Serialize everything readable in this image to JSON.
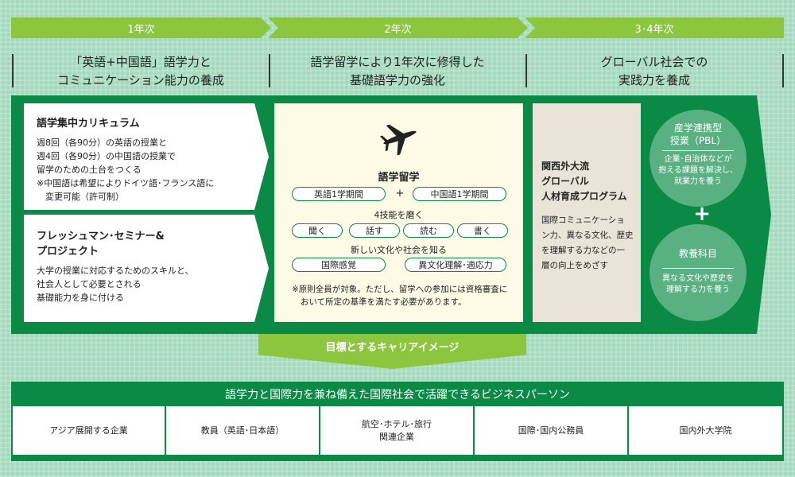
{
  "years": [
    "1年次",
    "2年次",
    "3･4年次"
  ],
  "goals": [
    [
      "「英語+中国語」語学力と",
      "コミュニケーション能力の養成"
    ],
    [
      "語学留学により1年次に修得した",
      "基礎語学力の強化"
    ],
    [
      "グローバル社会での",
      "実践力を養成"
    ]
  ],
  "year1": {
    "box1": {
      "title": "語学集中カリキュラム",
      "lines": [
        "週8回（各90分）の英語の授業と",
        "週4回（各90分）の中国語の授業で",
        "留学のための土台をつくる",
        "※中国語は希望によりドイツ語･フランス語に",
        "変更可能（許可制）"
      ]
    },
    "box2": {
      "title_lines": [
        "フレッシュマン･セミナー&",
        "プロジェクト"
      ],
      "lines": [
        "大学の授業に対応するためのスキルと、",
        "社会人として必要とされる",
        "基礎能力を身に付ける"
      ]
    }
  },
  "year2": {
    "title": "語学留学",
    "semester_pills": [
      "英語1学期間",
      "中国語1学期間"
    ],
    "plus": "+",
    "four_skills_label": "4技能を磨く",
    "skills": [
      "聞く",
      "話す",
      "読む",
      "書く"
    ],
    "culture_label": "新しい文化や社会を知る",
    "culture_pills": [
      "国際感覚",
      "異文化理解･適応力"
    ],
    "note_lines": [
      "※原則全員が対象。ただし、留学への参加には資格審査に",
      "おいて所定の基準を満たす必要があります。"
    ]
  },
  "year3": {
    "program_title_lines": [
      "関西外大流",
      "グローバル",
      "人材育成プログラム"
    ],
    "program_desc_lines": [
      "国際コミュニケーショ",
      "ン力、異なる文化、歴史",
      "を理解する力などの一",
      "層の向上をめざす"
    ],
    "pbl_title_lines": [
      "産学連携型",
      "授業（PBL）"
    ],
    "pbl_desc_lines": [
      "企業･自治体などが",
      "抱える課題を解決し、",
      "就業力を養う"
    ],
    "plus": "+",
    "liberal_title": "教養科目",
    "liberal_desc_lines": [
      "異なる文化や歴史を",
      "理解する力を養う"
    ]
  },
  "career_label": "目標とするキャリアイメージ",
  "career_title": "語学力と国際力を兼ね備えた国際社会で活躍できるビジネスパーソン",
  "careers": [
    [
      "アジア展開する企業"
    ],
    [
      "教員（英語･日本語）"
    ],
    [
      "航空･ホテル･旅行",
      "関連企業"
    ],
    [
      "国際･国内公務員"
    ],
    [
      "国内外大学院"
    ]
  ],
  "colors": {
    "dark_green": "#0a8a45",
    "light_green": "#8cc63e",
    "mint_background": "#a4d9bd",
    "circle_green": "#59b080",
    "cream": "#fdfbe6",
    "beige": "#e9e4d7"
  }
}
